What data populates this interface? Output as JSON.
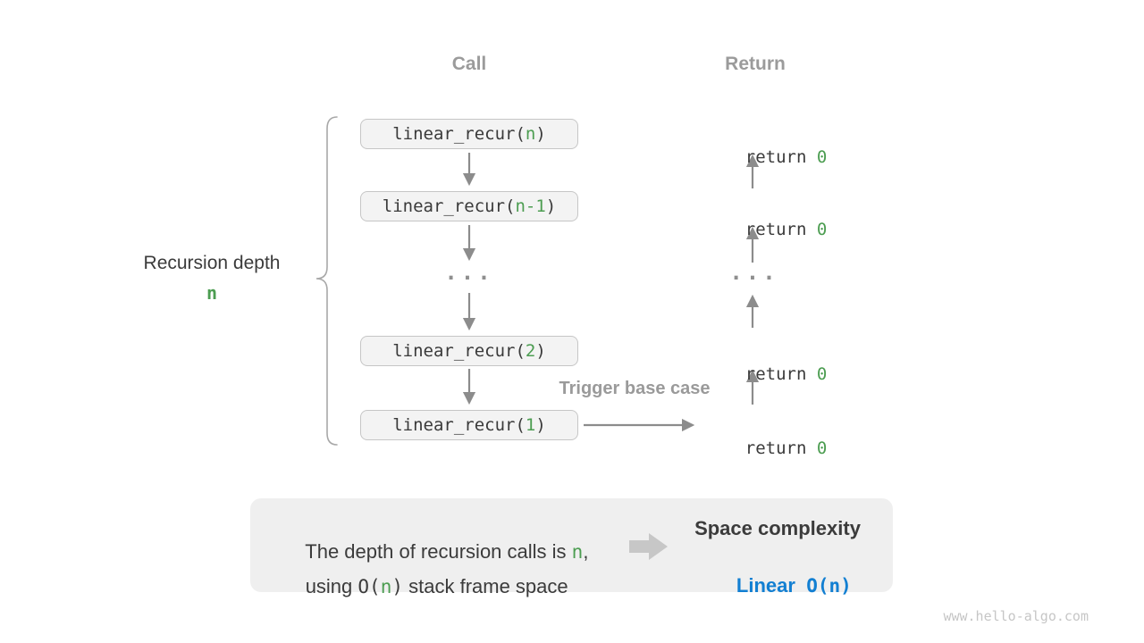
{
  "colors": {
    "accent_green": "#4c9d51",
    "accent_blue": "#127fd2",
    "text_dark": "#3a3a3a",
    "muted_gray": "#9b9b9b",
    "arrow_gray": "#8c8c8c",
    "box_fill": "#f3f3f3",
    "box_border": "#c6c6c6",
    "summary_fill": "#efefef"
  },
  "headers": {
    "call": "Call",
    "return_label": "Return"
  },
  "depth_label": {
    "text": "Recursion depth",
    "value": "n"
  },
  "call_rows": [
    {
      "pre": "linear_recur(",
      "arg": "n",
      "post": ")"
    },
    {
      "pre": "linear_recur(",
      "arg": "n-1",
      "post": ")"
    },
    {
      "pre": "linear_recur(",
      "arg": "2",
      "post": ")"
    },
    {
      "pre": "linear_recur(",
      "arg": "1",
      "post": ")"
    }
  ],
  "ellipsis": "...",
  "return_rows": [
    {
      "pre": "return ",
      "val": "0"
    },
    {
      "pre": "return ",
      "val": "0"
    },
    {
      "pre": "return ",
      "val": "0"
    },
    {
      "pre": "return ",
      "val": "0"
    }
  ],
  "trigger_label": "Trigger base case",
  "summary": {
    "line1_a": "The depth of recursion calls is ",
    "line1_n": "n",
    "line1_b": ",",
    "line2_a": "using ",
    "line2_o": "O(",
    "line2_n": "n",
    "line2_c": ")",
    "line2_b": " stack frame space",
    "right_title": "Space complexity",
    "right_linear": "Linear",
    "right_sep": "  ",
    "right_big_o": "O(n)"
  },
  "watermark": "www.hello-algo.com"
}
